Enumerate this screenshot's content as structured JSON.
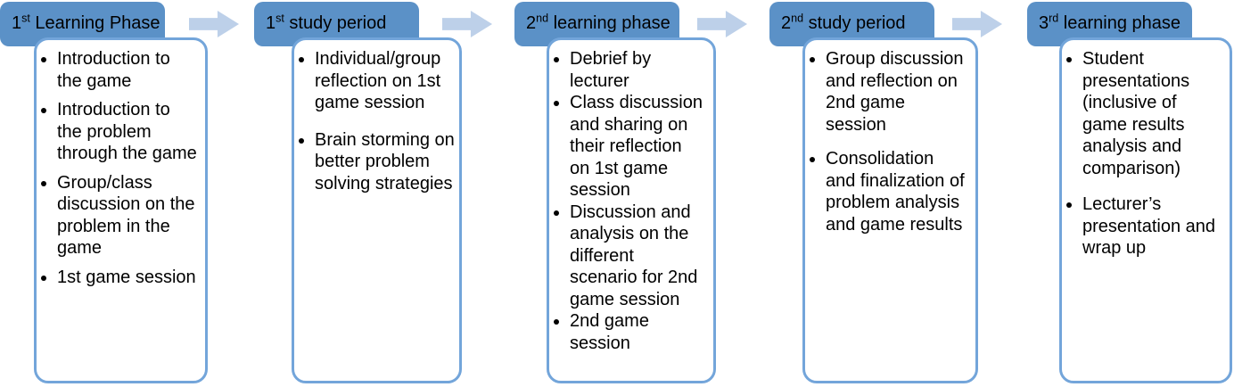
{
  "colors": {
    "header_bg": "#5b91c7",
    "box_border": "#73a5da",
    "box_bg": "#ffffff",
    "arrow": "#bdd0e9",
    "text": "#000000",
    "page_bg": "#ffffff"
  },
  "phases": [
    {
      "number": "1",
      "ordinal": "st",
      "title": " Learning Phase",
      "bullets": [
        "Introduction to the game",
        "Introduction to the problem through the game",
        "Group/class discussion on the problem in the game",
        "1st game session"
      ]
    },
    {
      "number": "1",
      "ordinal": "st",
      "title": " study period",
      "bullets": [
        "Individual/group reflection on 1st game session",
        "Brain storming on better problem solving strategies"
      ]
    },
    {
      "number": "2",
      "ordinal": "nd",
      "title": " learning phase",
      "bullets": [
        "Debrief by lecturer",
        "Class discussion and sharing on their reflection on 1st game session",
        "Discussion and analysis on the different scenario for 2nd game session",
        "2nd game session"
      ]
    },
    {
      "number": "2",
      "ordinal": "nd",
      "title": " study period",
      "bullets": [
        "Group discussion and reflection on 2nd game session",
        "Consolidation and finalization of problem analysis and game results"
      ]
    },
    {
      "number": "3",
      "ordinal": "rd",
      "title": " learning phase",
      "bullets": [
        "Student presentations (inclusive of game results analysis and comparison)",
        "Lecturer’s presentation and wrap up"
      ]
    }
  ]
}
